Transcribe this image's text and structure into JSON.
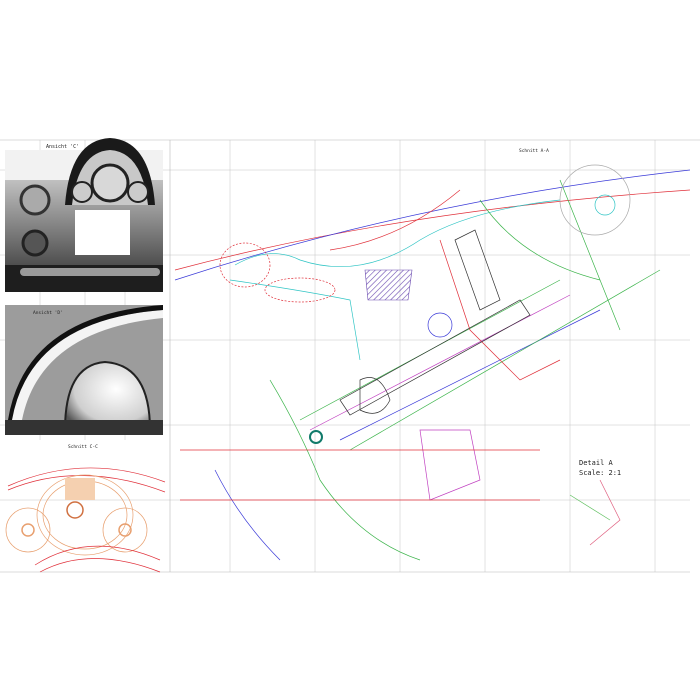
{
  "views": {
    "view_c": {
      "title": "Ansicht 'C'"
    },
    "view_d": {
      "title": "Ansicht 'D'"
    },
    "section_c": {
      "title": "Schnitt C-C"
    },
    "section_a": {
      "title": "Schnitt A-A"
    },
    "detail_a": {
      "title": "Detail A",
      "scale": "Scale:  2:1"
    }
  },
  "colors": {
    "grid": "#b8b8b8",
    "red_annotation": "#e0303a",
    "green_contour": "#3cb44b",
    "cyan_contour": "#2ec4c4",
    "blue_contour": "#3a3ad8",
    "magenta_contour": "#c040c0",
    "orange_gauge": "#e8a070"
  }
}
